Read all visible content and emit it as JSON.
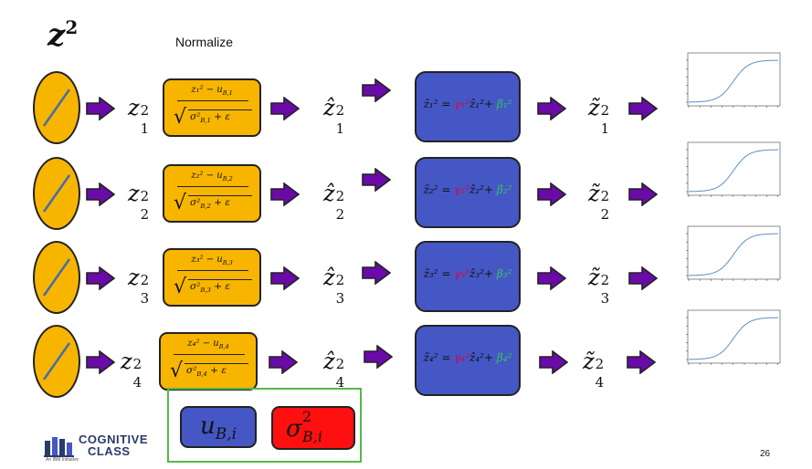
{
  "title": {
    "letter": "z",
    "exponent": "2"
  },
  "header_label": "Normalize",
  "rows": [
    {
      "z": {
        "base": "z",
        "sup": "2",
        "sub": "1"
      },
      "norm": {
        "num": "z₁² − u",
        "num_sub": "B,1",
        "den": "σ²",
        "den_sub": "B,1",
        "den_tail": " + ε"
      },
      "zhat": {
        "base": "ẑ",
        "sup": "2",
        "sub": "1"
      },
      "bn": {
        "lhs": "z̃₁² = ",
        "gamma": "γ₁²",
        "mid": "ẑ₁²+ ",
        "beta": "β₁²"
      },
      "ztilde": {
        "base": "z̃",
        "sup": "2",
        "sub": "1"
      }
    },
    {
      "z": {
        "base": "z",
        "sup": "2",
        "sub": "2"
      },
      "norm": {
        "num": "z₂² − u",
        "num_sub": "B,2",
        "den": "σ²",
        "den_sub": "B,2",
        "den_tail": " + ε"
      },
      "zhat": {
        "base": "ẑ",
        "sup": "2",
        "sub": "2"
      },
      "bn": {
        "lhs": "z̃₂² = ",
        "gamma": "γ₂²",
        "mid": "ẑ₂²+ ",
        "beta": "β₂²"
      },
      "ztilde": {
        "base": "z̃",
        "sup": "2",
        "sub": "2"
      }
    },
    {
      "z": {
        "base": "z",
        "sup": "2",
        "sub": "3"
      },
      "norm": {
        "num": "z₃² − u",
        "num_sub": "B,3",
        "den": "σ²",
        "den_sub": "B,3",
        "den_tail": " + ε"
      },
      "zhat": {
        "base": "ẑ",
        "sup": "2",
        "sub": "3"
      },
      "bn": {
        "lhs": "z̃₃² = ",
        "gamma": "γ₃²",
        "mid": "ẑ₃²+ ",
        "beta": "β₃²"
      },
      "ztilde": {
        "base": "z̃",
        "sup": "2",
        "sub": "3"
      }
    },
    {
      "z": {
        "base": "z",
        "sup": "2",
        "sub": "4"
      },
      "norm": {
        "num": "z₄² − u",
        "num_sub": "B,4",
        "den": "σ²",
        "den_sub": "B,4",
        "den_tail": " + ε"
      },
      "zhat": {
        "base": "ẑ",
        "sup": "2",
        "sub": "4"
      },
      "bn": {
        "lhs": "z̃₄² = ",
        "gamma": "γ₄²",
        "mid": "ẑ₄²+ ",
        "beta": "β₄²"
      },
      "ztilde": {
        "base": "z̃",
        "sup": "2",
        "sub": "4"
      }
    }
  ],
  "legend": {
    "mean": {
      "base": "u",
      "sub": "B,i"
    },
    "variance": {
      "base": "σ",
      "sup": "2",
      "sub": "B,i"
    }
  },
  "logo": {
    "line1": "COGNITIVE",
    "line2": "CLASS",
    "tagline": "An IBM Initiative"
  },
  "page_number": "26",
  "colors": {
    "orange": "#f8b500",
    "blue": "#4557c4",
    "purple": "#6a0aa8",
    "red": "#ff1010",
    "green_border": "#55b948"
  },
  "icons": {
    "neuron": "linear-activation-neuron-icon",
    "arrow": "right-arrow-icon",
    "plot": "sigmoid-curve-plot"
  }
}
